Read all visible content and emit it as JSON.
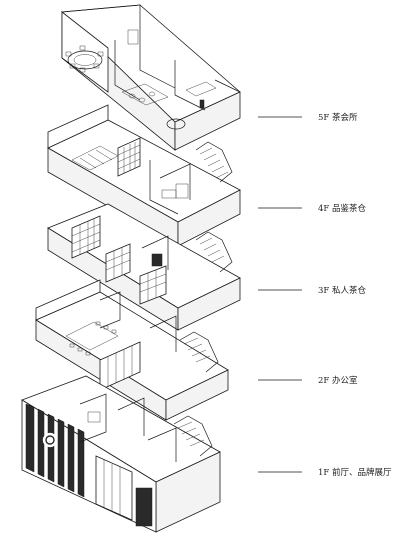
{
  "floors": [
    {
      "id": "5f",
      "label": "5F 茶会所"
    },
    {
      "id": "4f",
      "label": "4F 品鉴茶仓"
    },
    {
      "id": "3f",
      "label": "3F 私人茶仓"
    },
    {
      "id": "2f",
      "label": "2F 办公室"
    },
    {
      "id": "1f",
      "label": "1F 前厅、品牌展厅"
    }
  ]
}
